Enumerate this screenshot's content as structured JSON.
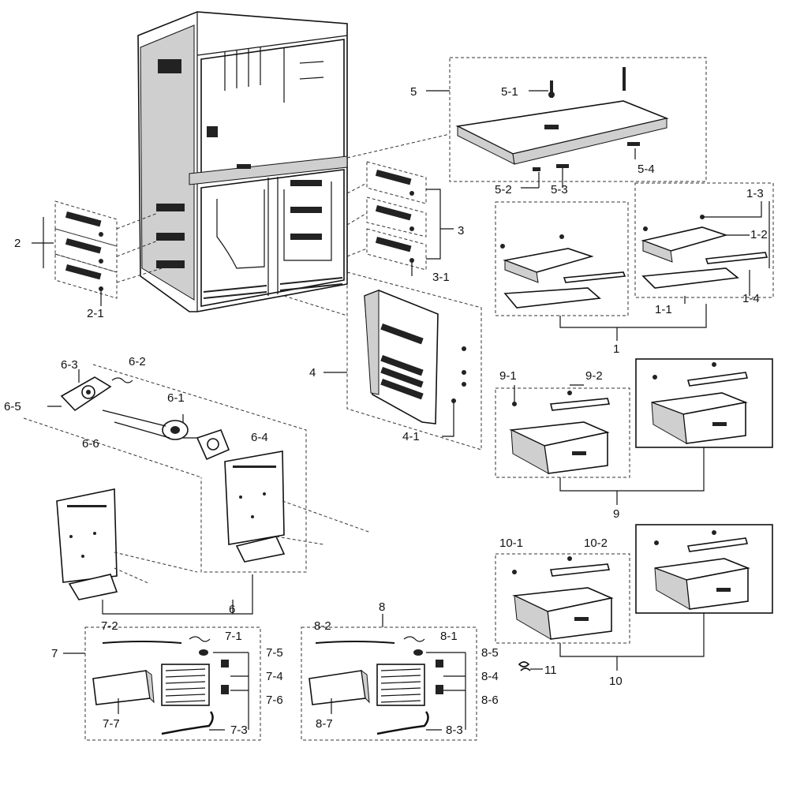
{
  "labels": {
    "l1": "1",
    "l1_1": "1-1",
    "l1_2": "1-2",
    "l1_3": "1-3",
    "l1_4": "1-4",
    "l2": "2",
    "l2_1": "2-1",
    "l3": "3",
    "l3_1": "3-1",
    "l4": "4",
    "l4_1": "4-1",
    "l5": "5",
    "l5_1": "5-1",
    "l5_2": "5-2",
    "l5_3": "5-3",
    "l5_4": "5-4",
    "l6": "6",
    "l6_1": "6-1",
    "l6_2": "6-2",
    "l6_3": "6-3",
    "l6_4": "6-4",
    "l6_5": "6-5",
    "l6_6": "6-6",
    "l7": "7",
    "l7_1": "7-1",
    "l7_2": "7-2",
    "l7_3": "7-3",
    "l7_4": "7-4",
    "l7_5": "7-5",
    "l7_6": "7-6",
    "l7_7": "7-7",
    "l8": "8",
    "l8_1": "8-1",
    "l8_2": "8-2",
    "l8_3": "8-3",
    "l8_4": "8-4",
    "l8_5": "8-5",
    "l8_6": "8-6",
    "l8_7": "8-7",
    "l9": "9",
    "l9_1": "9-1",
    "l9_2": "9-2",
    "l10": "10",
    "l10_1": "10-1",
    "l10_2": "10-2",
    "l11": "11"
  }
}
